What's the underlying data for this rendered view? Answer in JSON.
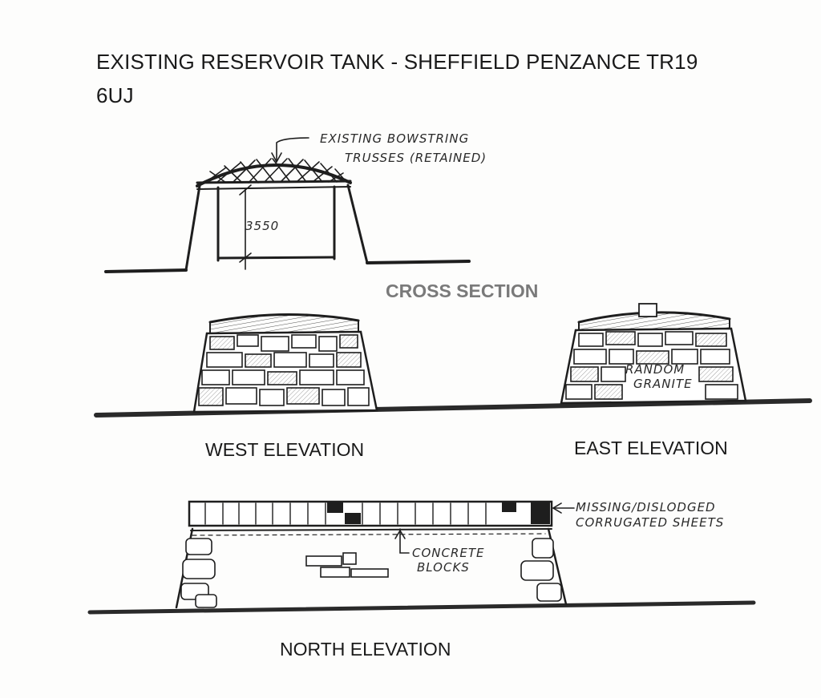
{
  "title": {
    "line1": "EXISTING RESERVOIR TANK - SHEFFIELD PENZANCE TR19",
    "line2": "6UJ"
  },
  "cross_section": {
    "label": "CROSS SECTION",
    "annotation_line1": "EXISTING BOWSTRING",
    "annotation_line2": "TRUSSES (RETAINED)",
    "dimension": "3550"
  },
  "west_elevation": {
    "label": "WEST ELEVATION"
  },
  "east_elevation": {
    "label": "EAST ELEVATION",
    "annotation_line1": "RANDOM",
    "annotation_line2": "GRANITE"
  },
  "north_elevation": {
    "label": "NORTH ELEVATION",
    "annotation_sheets_line1": "MISSING/DISLODGED",
    "annotation_sheets_line2": "CORRUGATED SHEETS",
    "annotation_blocks_line1": "CONCRETE",
    "annotation_blocks_line2": "BLOCKS"
  }
}
